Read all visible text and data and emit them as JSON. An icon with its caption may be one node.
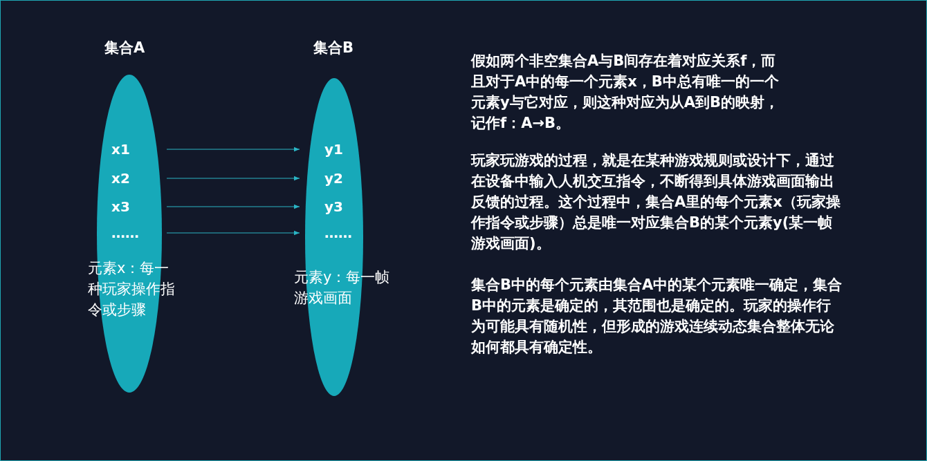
{
  "diagram": {
    "nodes": [
      {
        "text": [
          "集合A",
          "元素x：每一种玩家操作指令或步骤"
        ]
      },
      {
        "text": [
          "x1"
        ],
        "in": 0
      },
      {
        "text": [
          "x2"
        ],
        "in": 0
      },
      {
        "text": [
          "x3"
        ],
        "in": 0
      },
      {
        "text": [
          "……"
        ],
        "in": 0
      },
      {
        "text": [
          "集合B",
          "元素y：每一帧游戏画面"
        ]
      },
      {
        "text": [
          "y1"
        ],
        "in": 5
      },
      {
        "text": [
          "y2"
        ],
        "in": 5
      },
      {
        "text": [
          "y3"
        ],
        "in": 5
      },
      {
        "text": [
          "……"
        ],
        "in": 5
      }
    ],
    "edges": [
      {
        "from": 1,
        "to": 6,
        "arrow": "to"
      },
      {
        "from": 2,
        "to": 7,
        "arrow": "to"
      },
      {
        "from": 3,
        "to": 8,
        "arrow": "to"
      },
      {
        "from": 4,
        "to": 9,
        "arrow": "to"
      }
    ],
    "labels": [
      "假如两个非空集合A与B间存在着对应关系f，而且对于A中的每一个元素x，B中总有唯一的一个元素y与它对应，则这种对应为从A到B的映射，记作f：A→B。",
      "玩家玩游戏的过程，就是在某种游戏规则或设计下，通过在设备中输入人机交互指令，不断得到具体游戏画面输出反馈的过程。这个过程中，集合A里的每个元素x（玩家操作指令或步骤）总是唯一对应集合B的某个元素y(某一帧游戏画面)。",
      "集合B中的每个元素由集合A中的某个元素唯一确定，集合B中的元素是确定的，其范围也是确定的。玩家的操作行为可能具有随机性，但形成的游戏连续动态集合整体无论如何都具有确定性。"
    ]
  }
}
